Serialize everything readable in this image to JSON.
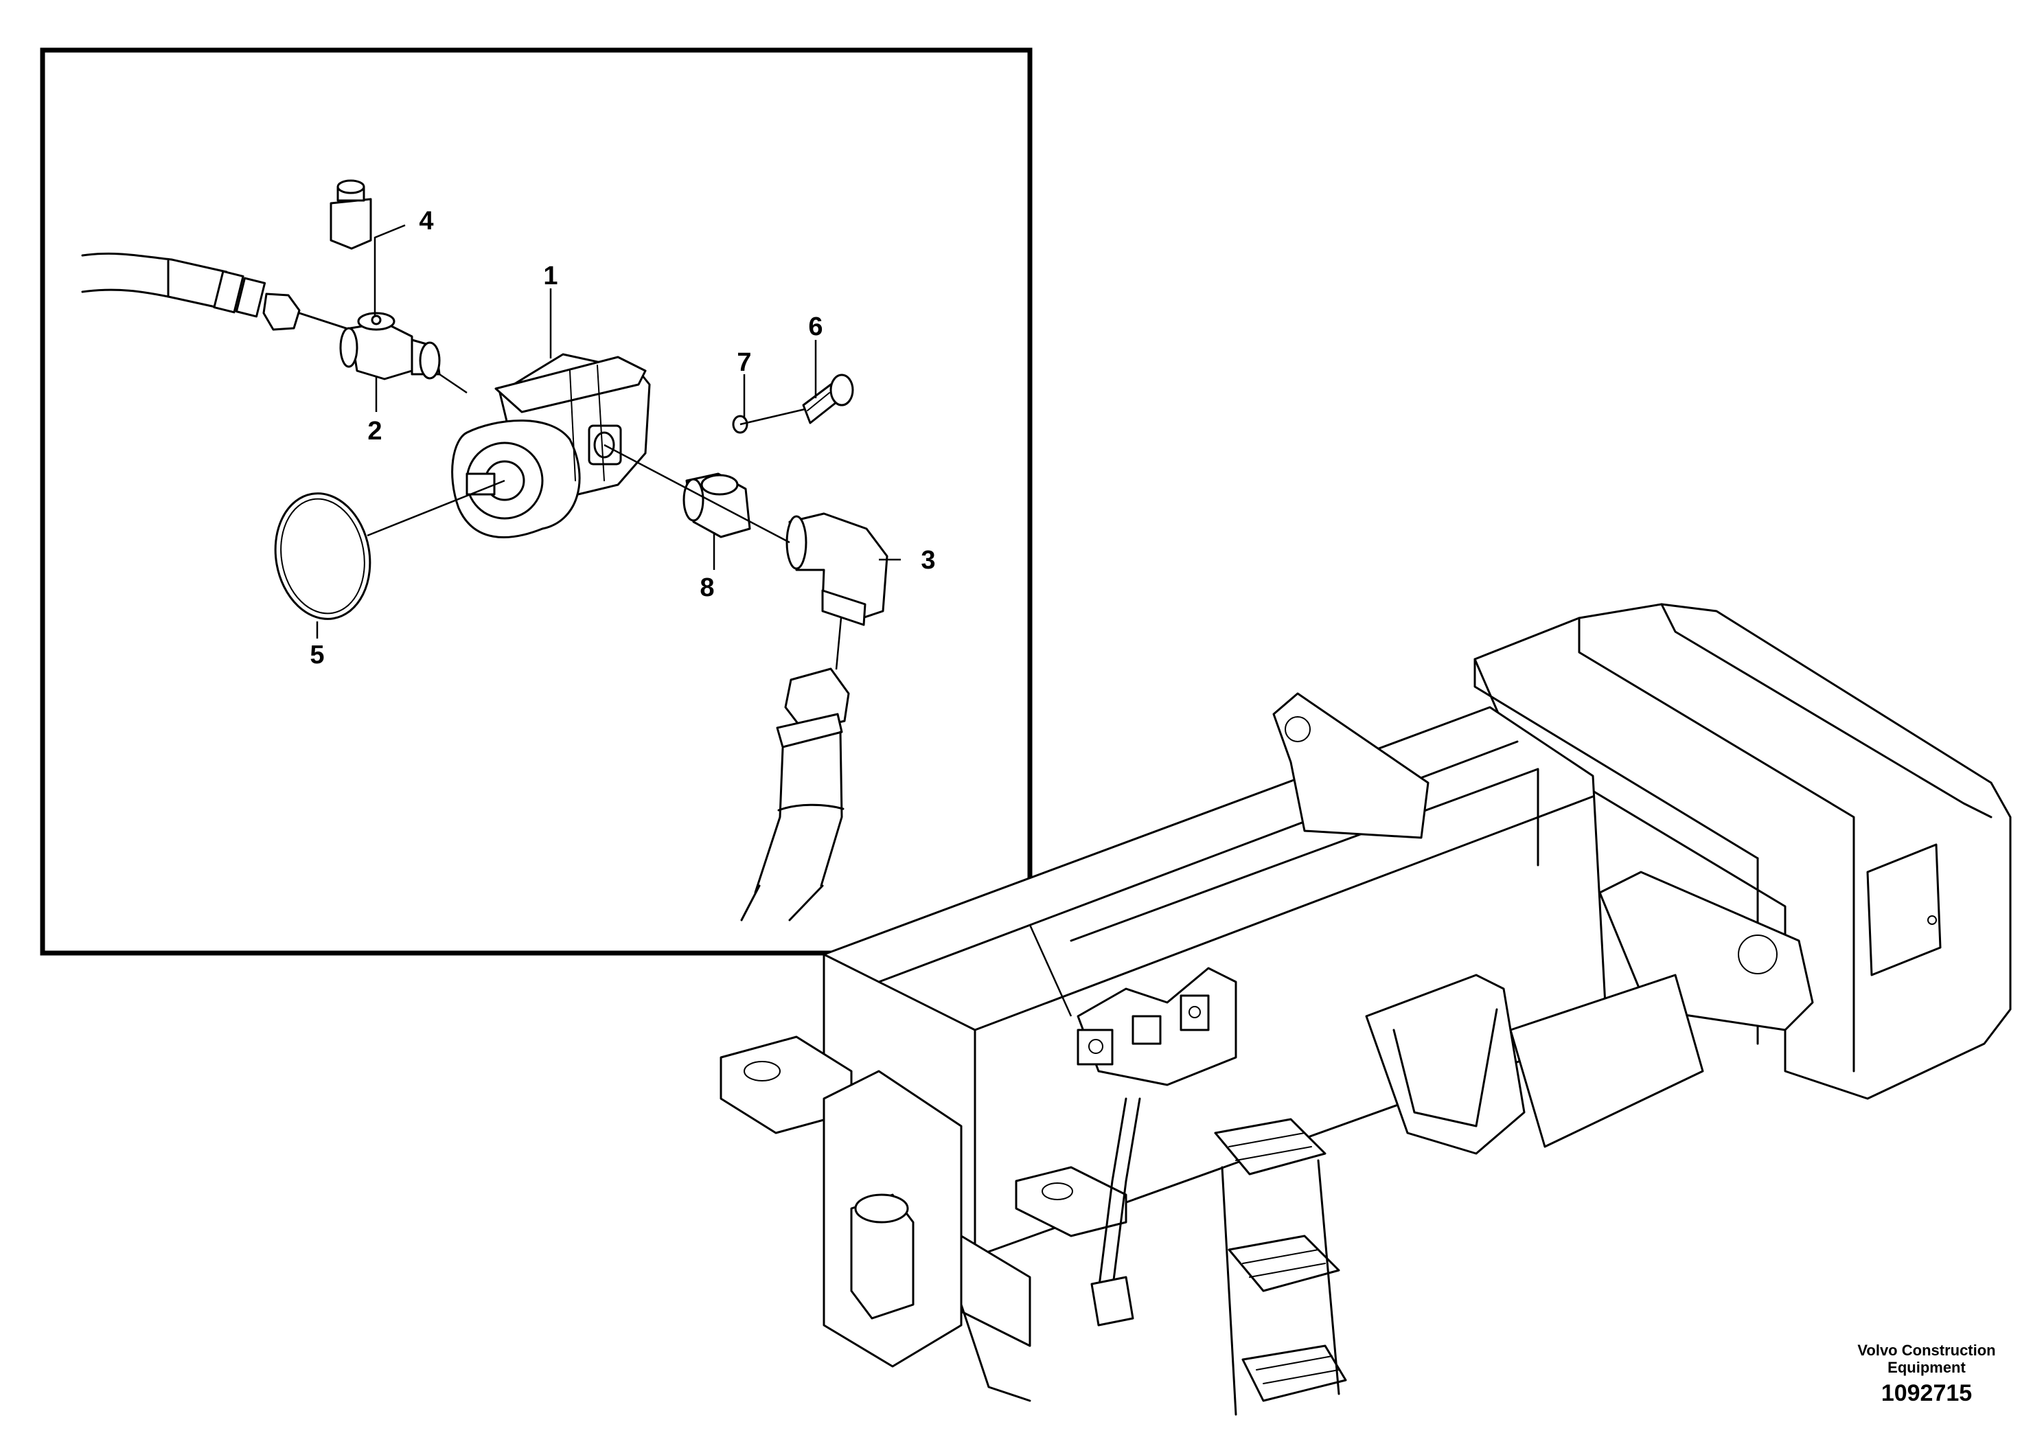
{
  "diagram": {
    "callouts": [
      "1",
      "2",
      "3",
      "4",
      "5",
      "6",
      "7",
      "8"
    ],
    "brand_line1": "Volvo Construction",
    "brand_line2": "Equipment",
    "figure_number": "1092715"
  }
}
